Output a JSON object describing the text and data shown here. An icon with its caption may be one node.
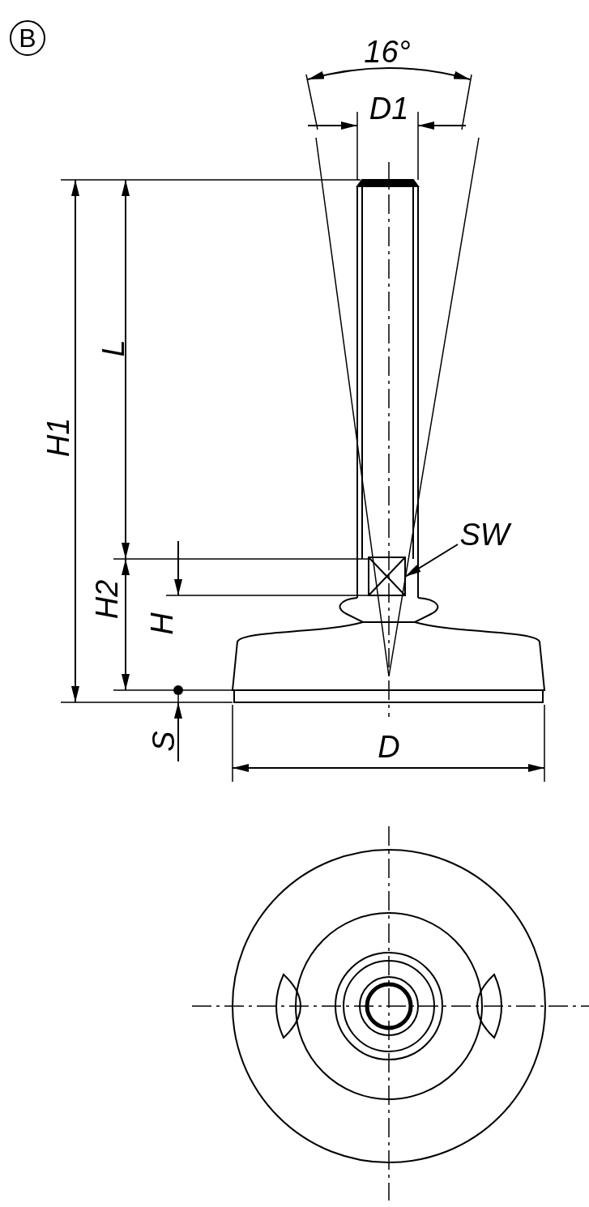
{
  "diagram": {
    "nodes": [
      {
        "text": [
          "B"
        ]
      },
      {
        "text": [
          "SW"
        ]
      },
      {
        "text": [],
        "shape": "box"
      }
    ],
    "edges": [
      {
        "from": 1,
        "to": 2,
        "arrow": "to"
      }
    ],
    "labels": [
      "16°",
      "D1",
      "L",
      "H1",
      "H2",
      "H",
      "S",
      "D"
    ]
  }
}
